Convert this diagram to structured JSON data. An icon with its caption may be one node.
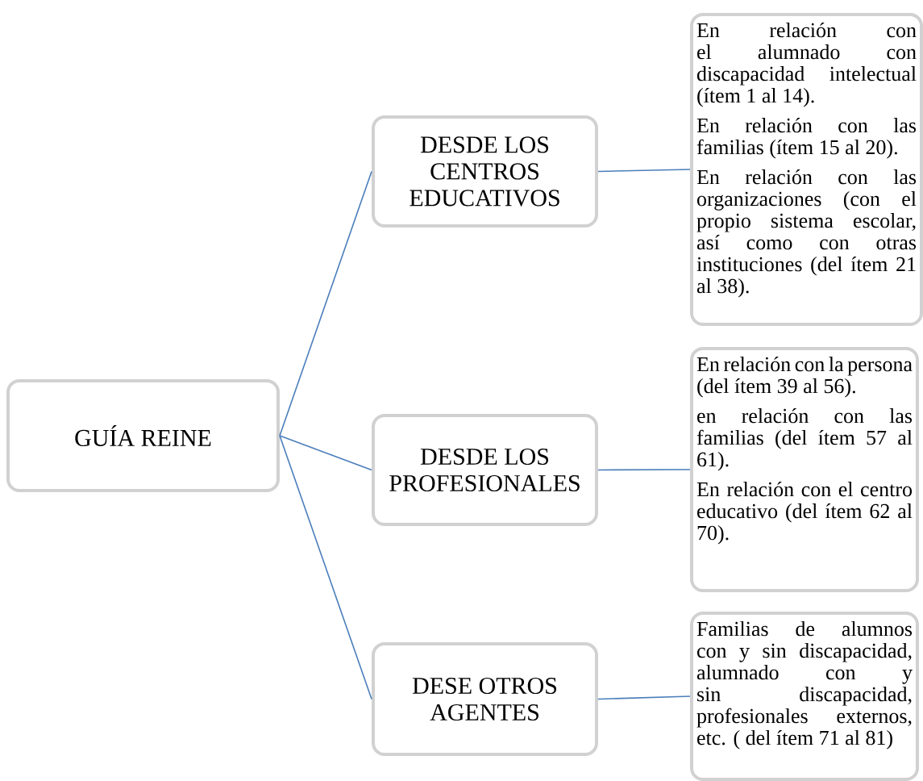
{
  "diagram": {
    "nodes": [
      {
        "text": [
          "GUÍA REINE"
        ]
      },
      {
        "text": [
          "DESDE LOS CENTROS EDUCATIVOS"
        ]
      },
      {
        "text": [
          "DESDE LOS PROFESIONALES"
        ]
      },
      {
        "text": [
          "DESE OTROS AGENTES"
        ]
      },
      {
        "text": [
          "En relación con el alumnado con discapacidad intelectual (ítem 1  al 14).",
          "En relación con las familias (ítem 15 al 20).",
          "En relación con las organizaciones (con el propio sistema escolar, así como con otras instituciones (del ítem 21 al 38)."
        ]
      },
      {
        "text": [
          "En relación con la persona (del ítem 39 al 56).",
          "en relación con las familias (del ítem 57 al 61).",
          "En relación con el centro educativo (del ítem 62 al 70)."
        ]
      },
      {
        "text": [
          "Familias de alumnos con y sin discapacidad, alumnado con y sin discapacidad, profesionales externos, etc. ( del ítem 71 al 81)"
        ]
      }
    ],
    "edges": [
      {
        "from": 0,
        "to": 1,
        "arrow": "none"
      },
      {
        "from": 0,
        "to": 2,
        "arrow": "none"
      },
      {
        "from": 0,
        "to": 3,
        "arrow": "none"
      },
      {
        "from": 1,
        "to": 4,
        "arrow": "none"
      },
      {
        "from": 2,
        "to": 5,
        "arrow": "none"
      },
      {
        "from": 3,
        "to": 6,
        "arrow": "none"
      }
    ]
  }
}
